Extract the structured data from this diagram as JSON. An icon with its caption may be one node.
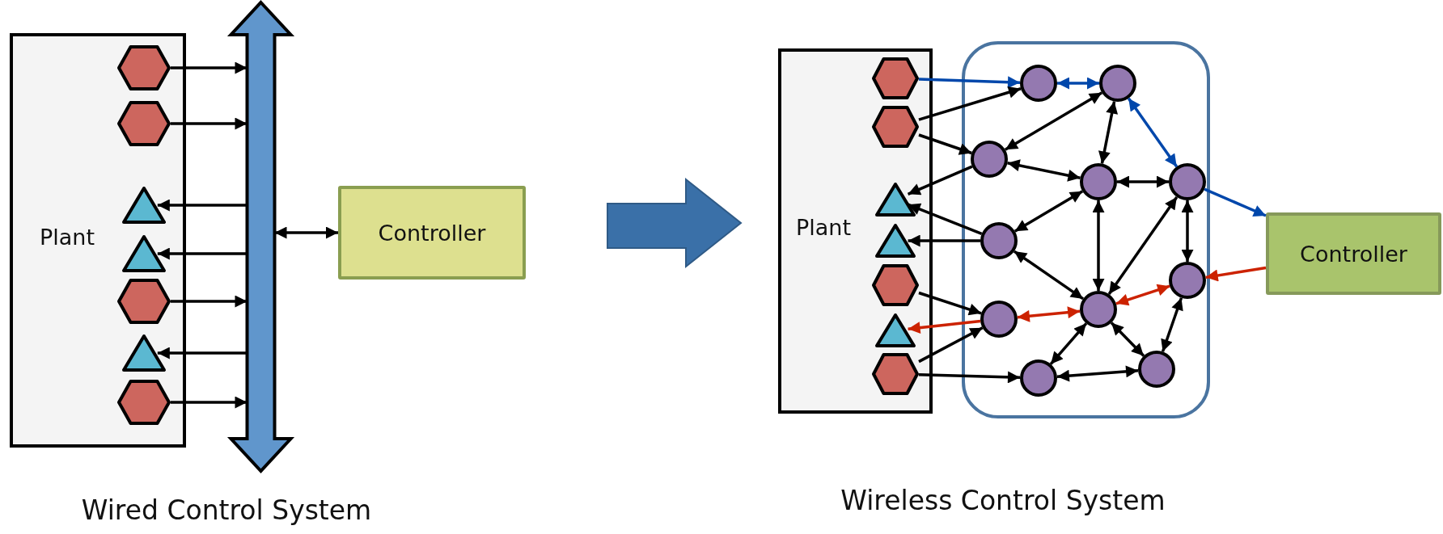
{
  "diagram": {
    "nodes": [
      {
        "text": [
          "Plant"
        ]
      },
      {
        "text": [],
        "shape": "hexagon",
        "in": 0
      },
      {
        "text": [],
        "shape": "hexagon",
        "in": 0
      },
      {
        "text": [],
        "shape": "triangle",
        "in": 0
      },
      {
        "text": [],
        "shape": "triangle",
        "in": 0
      },
      {
        "text": [],
        "shape": "hexagon",
        "in": 0
      },
      {
        "text": [],
        "shape": "triangle",
        "in": 0
      },
      {
        "text": [],
        "shape": "hexagon",
        "in": 0
      },
      {
        "text": [],
        "shape": "bar"
      },
      {
        "text": [
          "Controller"
        ]
      },
      {
        "text": [
          "Plant"
        ]
      },
      {
        "text": [],
        "shape": "hexagon",
        "in": 10
      },
      {
        "text": [],
        "shape": "hexagon",
        "in": 10
      },
      {
        "text": [],
        "shape": "triangle",
        "in": 10
      },
      {
        "text": [],
        "shape": "triangle",
        "in": 10
      },
      {
        "text": [],
        "shape": "hexagon",
        "in": 10
      },
      {
        "text": [],
        "shape": "triangle",
        "in": 10
      },
      {
        "text": [],
        "shape": "hexagon",
        "in": 10
      },
      {
        "text": [],
        "shape": "box"
      },
      {
        "text": [],
        "shape": "circle",
        "in": 18
      },
      {
        "text": [],
        "shape": "circle",
        "in": 18
      },
      {
        "text": [],
        "shape": "circle",
        "in": 18
      },
      {
        "text": [],
        "shape": "circle",
        "in": 18
      },
      {
        "text": [],
        "shape": "circle",
        "in": 18
      },
      {
        "text": [],
        "shape": "circle",
        "in": 18
      },
      {
        "text": [],
        "shape": "circle",
        "in": 18
      },
      {
        "text": [],
        "shape": "circle",
        "in": 18
      },
      {
        "text": [],
        "shape": "circle",
        "in": 18
      },
      {
        "text": [],
        "shape": "circle",
        "in": 18
      },
      {
        "text": [],
        "shape": "circle",
        "in": 18
      },
      {
        "text": [
          "Controller"
        ]
      }
    ],
    "edges": [
      {
        "from": 1,
        "to": 8,
        "arrow": "to"
      },
      {
        "from": 2,
        "to": 8,
        "arrow": "to"
      },
      {
        "from": 8,
        "to": 3,
        "arrow": "to"
      },
      {
        "from": 8,
        "to": 4,
        "arrow": "to"
      },
      {
        "from": 5,
        "to": 8,
        "arrow": "to"
      },
      {
        "from": 8,
        "to": 6,
        "arrow": "to"
      },
      {
        "from": 7,
        "to": 8,
        "arrow": "to"
      },
      {
        "from": 8,
        "to": 9,
        "arrow": "both"
      },
      {
        "from": 11,
        "to": 19,
        "arrow": "to",
        "color": "#0047ab"
      },
      {
        "from": 19,
        "to": 20,
        "arrow": "both",
        "color": "#0047ab"
      },
      {
        "from": 20,
        "to": 23,
        "arrow": "both",
        "color": "#0047ab"
      },
      {
        "from": 23,
        "to": 30,
        "arrow": "to",
        "color": "#0047ab"
      },
      {
        "from": 30,
        "to": 25,
        "arrow": "to",
        "color": "#cc2200"
      },
      {
        "from": 12,
        "to": 19,
        "arrow": "to"
      },
      {
        "from": 12,
        "to": 21,
        "arrow": "to"
      },
      {
        "from": 20,
        "to": 21,
        "arrow": "both"
      },
      {
        "from": 20,
        "to": 22,
        "arrow": "both"
      },
      {
        "from": 21,
        "to": 13,
        "arrow": "to"
      },
      {
        "from": 21,
        "to": 22,
        "arrow": "both"
      },
      {
        "from": 22,
        "to": 23,
        "arrow": "both"
      },
      {
        "from": 22,
        "to": 24,
        "arrow": "both"
      },
      {
        "from": 24,
        "to": 13,
        "arrow": "to"
      },
      {
        "from": 24,
        "to": 14,
        "arrow": "to"
      },
      {
        "from": 24,
        "to": 27,
        "arrow": "both"
      },
      {
        "from": 22,
        "to": 27,
        "arrow": "both"
      },
      {
        "from": 23,
        "to": 27,
        "arrow": "both"
      },
      {
        "from": 23,
        "to": 25,
        "arrow": "both"
      },
      {
        "from": 25,
        "to": 27,
        "arrow": "both",
        "color": "#cc2200"
      },
      {
        "from": 27,
        "to": 26,
        "arrow": "both",
        "color": "#cc2200"
      },
      {
        "from": 26,
        "to": 16,
        "arrow": "to",
        "color": "#cc2200"
      },
      {
        "from": 15,
        "to": 26,
        "arrow": "to"
      },
      {
        "from": 17,
        "to": 26,
        "arrow": "to"
      },
      {
        "from": 17,
        "to": 28,
        "arrow": "to"
      },
      {
        "from": 28,
        "to": 27,
        "arrow": "both"
      },
      {
        "from": 27,
        "to": 29,
        "arrow": "both"
      },
      {
        "from": 28,
        "to": 29,
        "arrow": "both"
      },
      {
        "from": 29,
        "to": 25,
        "arrow": "both"
      }
    ],
    "labels": [
      "Wired Control System",
      "Wireless Control System"
    ]
  }
}
